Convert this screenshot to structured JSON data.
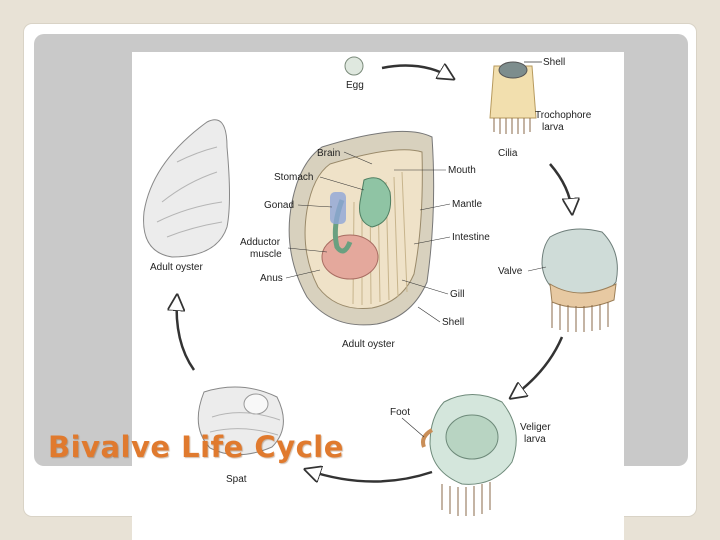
{
  "slide": {
    "title": "Bivalve Life Cycle",
    "title_color": "#e07a2e",
    "panel_color": "#c9c9c9"
  },
  "diagram": {
    "labels": {
      "egg": "Egg",
      "shell_top": "Shell",
      "trochophore": "Trochophore",
      "larva1": "larva",
      "cilia": "Cilia",
      "brain": "Brain",
      "mouth": "Mouth",
      "stomach": "Stomach",
      "gonad": "Gonad",
      "mantle": "Mantle",
      "adductor": "Adductor",
      "muscle": "muscle",
      "intestine": "Intestine",
      "anus": "Anus",
      "gill": "Gill",
      "shell_mid": "Shell",
      "adult_center": "Adult oyster",
      "adult_left": "Adult oyster",
      "valve": "Valve",
      "foot": "Foot",
      "veliger": "Veliger",
      "larva2": "larva",
      "spat": "Spat"
    }
  }
}
